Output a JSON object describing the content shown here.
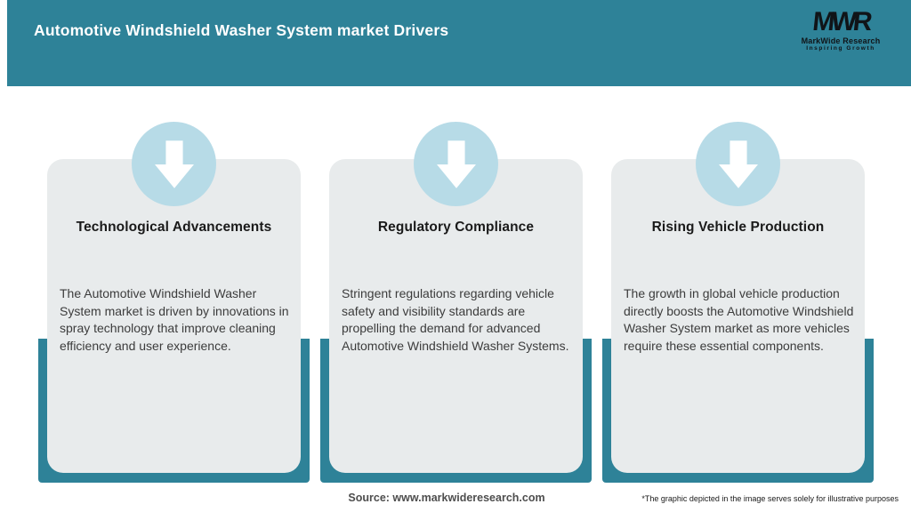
{
  "header": {
    "title": "Automotive Windshield Washer System market Drivers",
    "logo": {
      "acronym": "MWR",
      "name": "MarkWide Research",
      "tagline": "Inspiring Growth"
    }
  },
  "cards": [
    {
      "icon": "down-arrow-icon",
      "title": "Technological Advancements",
      "description": "The Automotive Windshield Washer System market is driven by innovations in spray technology that improve cleaning efficiency and user experience."
    },
    {
      "icon": "down-arrow-icon",
      "title": "Regulatory Compliance",
      "description": "Stringent regulations regarding vehicle safety and visibility standards are propelling the demand for advanced Automotive Windshield Washer Systems."
    },
    {
      "icon": "down-arrow-icon",
      "title": "Rising Vehicle Production",
      "description": "The growth in global vehicle production directly boosts the Automotive Windshield Washer System market as more vehicles require these essential components."
    }
  ],
  "footer": {
    "source": "Source: www.markwideresearch.com",
    "disclaimer": "*The graphic depicted in the image serves solely for illustrative purposes"
  },
  "colors": {
    "header_teal": "#2E8298",
    "tray_teal": "#2E8298",
    "card_bg": "#E8EBEC",
    "circle_blue": "#B7DBE7",
    "title_white": "#FFFFFF",
    "heading_dark": "#1A1A1A",
    "body_text": "#3C3C3C",
    "source_text": "#4E4E4E"
  }
}
